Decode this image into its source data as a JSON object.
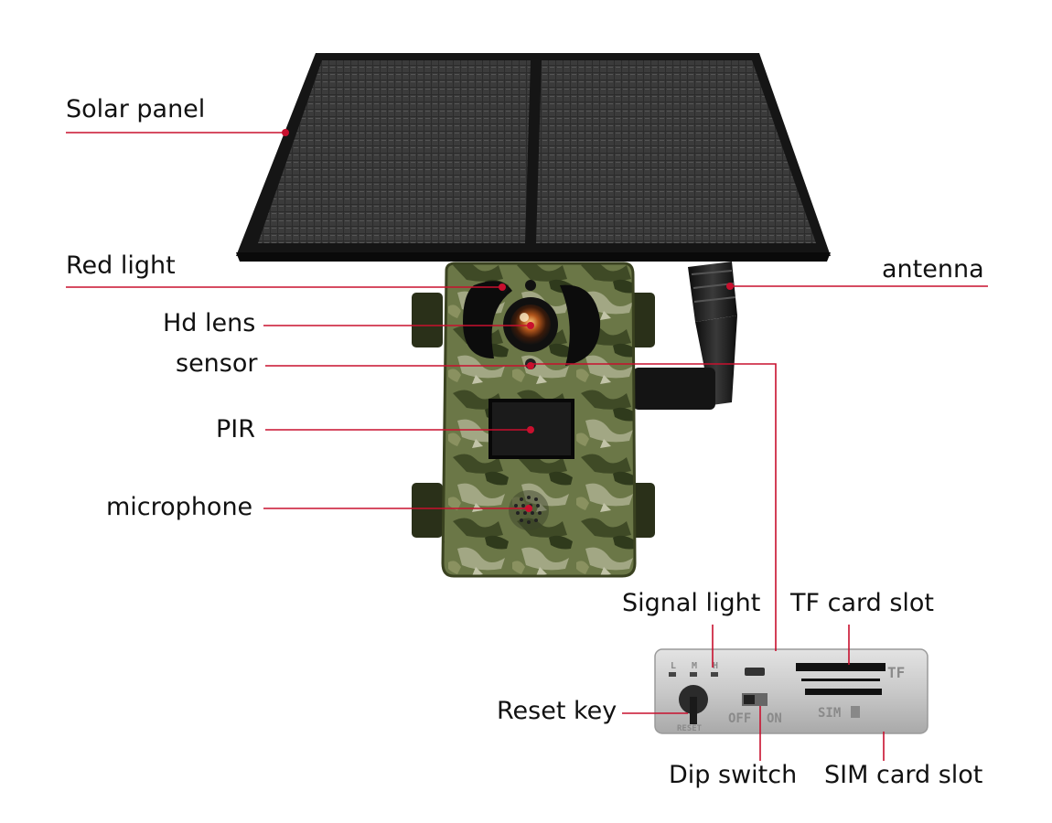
{
  "labels": {
    "solar_panel": "Solar panel",
    "red_light": "Red light",
    "hd_lens": "Hd lens",
    "sensor": "sensor",
    "pir": "PIR",
    "microphone": "microphone",
    "antenna": "antenna",
    "signal_light": "Signal light",
    "tf_card_slot": "TF card slot",
    "reset_key": "Reset key",
    "dip_switch": "Dip switch",
    "sim_card_slot": "SIM card slot"
  },
  "panel_text": {
    "led_l": "L",
    "led_m": "M",
    "led_h": "H",
    "off": "OFF",
    "on": "ON",
    "tf": "TF",
    "sim": "SIM",
    "reset": "RESET"
  },
  "colors": {
    "leader": "#c8102e",
    "camo_base": "#5f6b3c",
    "panel_frame": "#1a1a1a"
  }
}
